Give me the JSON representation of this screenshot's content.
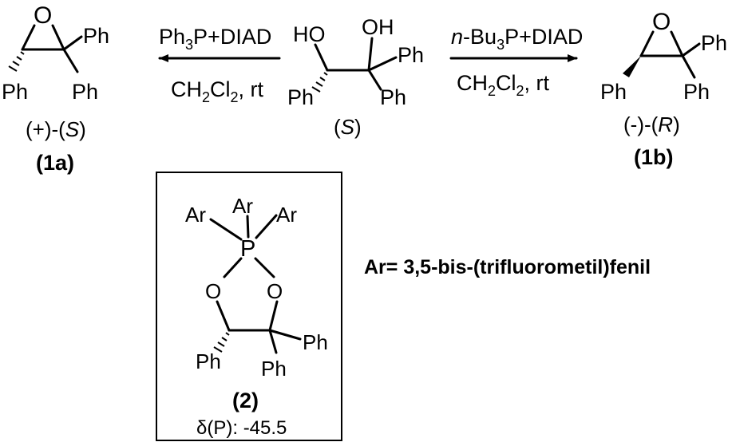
{
  "left_epoxide": {
    "oxygen": "O",
    "ph_top": "Ph",
    "ph_left": "Ph",
    "ph_right": "Ph",
    "descriptor": "(+)-(",
    "descriptor_config": "S",
    "descriptor_close": ")",
    "label": "(1a)"
  },
  "center_diol": {
    "ho": "HO",
    "oh": "OH",
    "ph_right": "Ph",
    "ph_left": "Ph",
    "ph_bottom": "Ph",
    "config_open": "(",
    "config": "S",
    "config_close": ")"
  },
  "right_epoxide": {
    "oxygen": "O",
    "ph_top": "Ph",
    "ph_left": "Ph",
    "ph_right": "Ph",
    "descriptor": "(-)-(",
    "descriptor_config": "R",
    "descriptor_close": ")",
    "label": "(1b)"
  },
  "left_arrow": {
    "reagent_main": "Ph",
    "reagent_sub": "3",
    "reagent_rest": "P+DIAD",
    "solvent_a": "CH",
    "solvent_sub1": "2",
    "solvent_b": "Cl",
    "solvent_sub2": "2",
    "solvent_rest": ", rt"
  },
  "right_arrow": {
    "reagent_prefix": "n",
    "reagent_main": "-Bu",
    "reagent_sub": "3",
    "reagent_rest": "P+DIAD",
    "solvent_a": "CH",
    "solvent_sub1": "2",
    "solvent_b": "Cl",
    "solvent_sub2": "2",
    "solvent_rest": ", rt"
  },
  "phosphorane": {
    "ar_top": "Ar",
    "ar_left": "Ar",
    "ar_right": "Ar",
    "phosphorus": "P",
    "o_left": "O",
    "o_right": "O",
    "ph_left": "Ph",
    "ph_right": "Ph",
    "ph_bottom": "Ph",
    "label": "(2)",
    "shift_label": "δ(P): -45.5"
  },
  "ar_definition": "Ar= 3,5-bis-(trifluorometil)fenil"
}
